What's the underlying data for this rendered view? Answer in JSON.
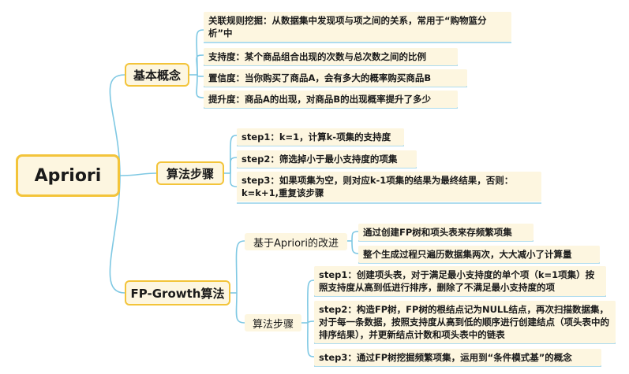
{
  "root": {
    "label": "Apriori"
  },
  "branches": [
    {
      "label": "基本概念",
      "leaves": [
        "关联规则挖掘：从数据集中发现项与项之间的关系，常用于“购物篮分析”中",
        "支持度：某个商品组合出现的次数与总次数之间的比例",
        "置信度：当你购买了商品A，会有多大的概率购买商品B",
        "提升度：商品A的出现，对商品B的出现概率提升了多少"
      ]
    },
    {
      "label": "算法步骤",
      "leaves": [
        "step1：k=1，计算k-项集的支持度",
        "step2：筛选掉小于最小支持度的项集",
        "step3：如果项集为空，则对应k-1项集的结果为最终结果，否则：k=k+1,重复该步骤"
      ]
    },
    {
      "label": "FP-Growth算法",
      "subbranches": [
        {
          "label": "基于Apriori的改进",
          "leaves": [
            "通过创建FP树和项头表来存频繁项集",
            "整个生成过程只遍历数据集两次，大大减小了计算量"
          ]
        },
        {
          "label": "算法步骤",
          "leaves": [
            "step1：创建项头表，对于满足最小支持度的单个项（k=1项集）按照支持度从高到低进行排序，删除了不满足最小支持度的项",
            "step2：构造FP树，FP树的根结点记为NULL结点，再次扫描数据集，对于每一条数据，按照支持度从高到低的顺序进行创建结点（项头表中的排序结果），并更新结点计数和项头表中的链表",
            "step3：通过FP树挖掘频繁项集，运用到“条件模式基”的概念"
          ]
        }
      ]
    }
  ],
  "colors": {
    "border": "#f3c43a",
    "fill": "#fdf6e0",
    "connector": "#7ec8e3"
  }
}
